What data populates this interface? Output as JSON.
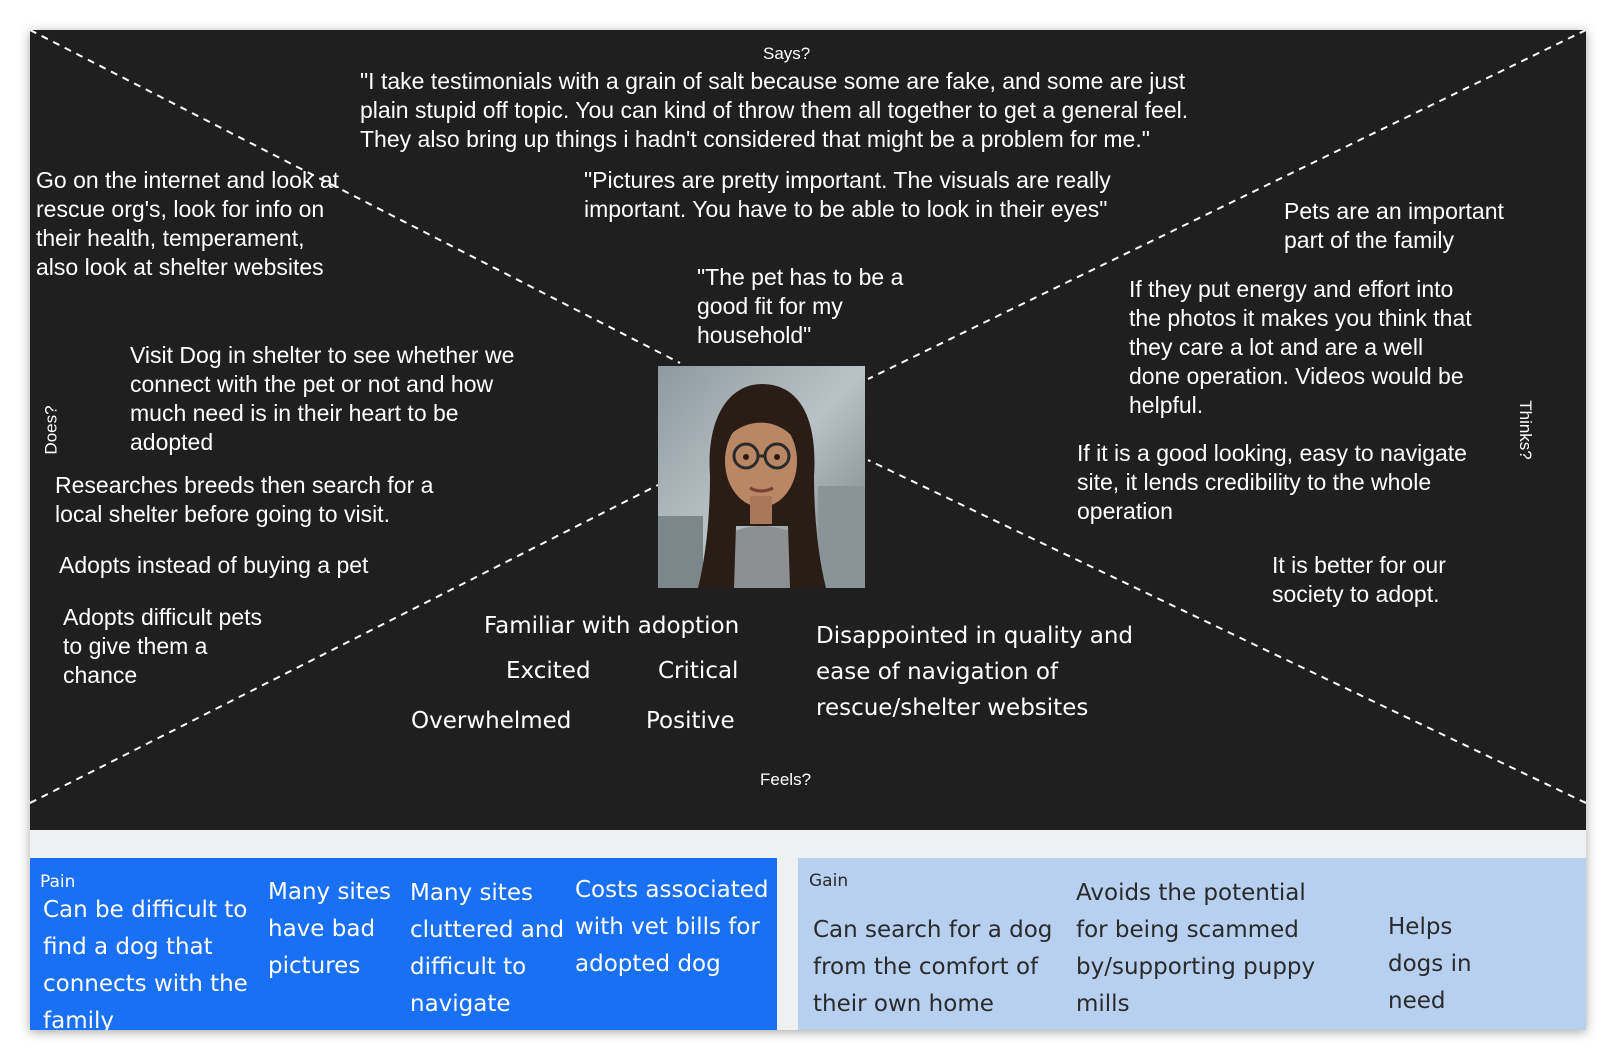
{
  "quadrants": {
    "says": "Says?",
    "thinks": "Thinks?",
    "does": "Does?",
    "feels": "Feels?"
  },
  "says_items": [
    "\"I take testimonials with a grain of salt because some are fake, and some are just plain stupid off topic. You can kind of throw them all together to get a general feel. They also bring up things i hadn't considered that might be a problem for me.\"",
    "\"Pictures are pretty important. The visuals are really important. You have to be able to look in their eyes\"",
    "\"The pet has to be a good fit for my household\""
  ],
  "does_items": [
    "Go on the internet and look at rescue org's, look for info on their health, temperament, also look at shelter websites",
    "Visit Dog in shelter to see whether we connect with the pet or not and how much need is in their heart to be adopted",
    "Researches breeds then search for a local shelter before going to visit.",
    "Adopts instead of buying a pet",
    "Adopts difficult pets to give them a chance"
  ],
  "thinks_items": [
    "Pets are an important part of the family",
    "If they put energy and effort into the photos it makes you think that they care a lot and are a well done operation. Videos would be helpful.",
    "If it is a good looking, easy to navigate site, it lends credibility to the whole operation",
    "It is better for our society to adopt."
  ],
  "feels_items": [
    "Familiar with adoption",
    "Excited",
    "Critical",
    "Overwhelmed",
    "Positive",
    "Disappointed in quality and ease of navigation of rescue/shelter websites"
  ],
  "pain": {
    "label": "Pain",
    "notes": [
      "Can be difficult to find a dog that connects with the family",
      "Many sites have bad pictures",
      "Many sites cluttered and difficult to navigate",
      "Costs associated with vet bills for adopted dog"
    ]
  },
  "gain": {
    "label": "Gain",
    "notes": [
      "Can search for a dog from the comfort of their own home",
      "Avoids the potential for being scammed by/supporting puppy mills",
      "Helps dogs in need"
    ]
  },
  "colors": {
    "board": "#1f1f1f",
    "pain": "#1a70f5",
    "gain": "#b8d0f0"
  },
  "icons": {
    "persona": "woman-with-glasses-portrait"
  }
}
